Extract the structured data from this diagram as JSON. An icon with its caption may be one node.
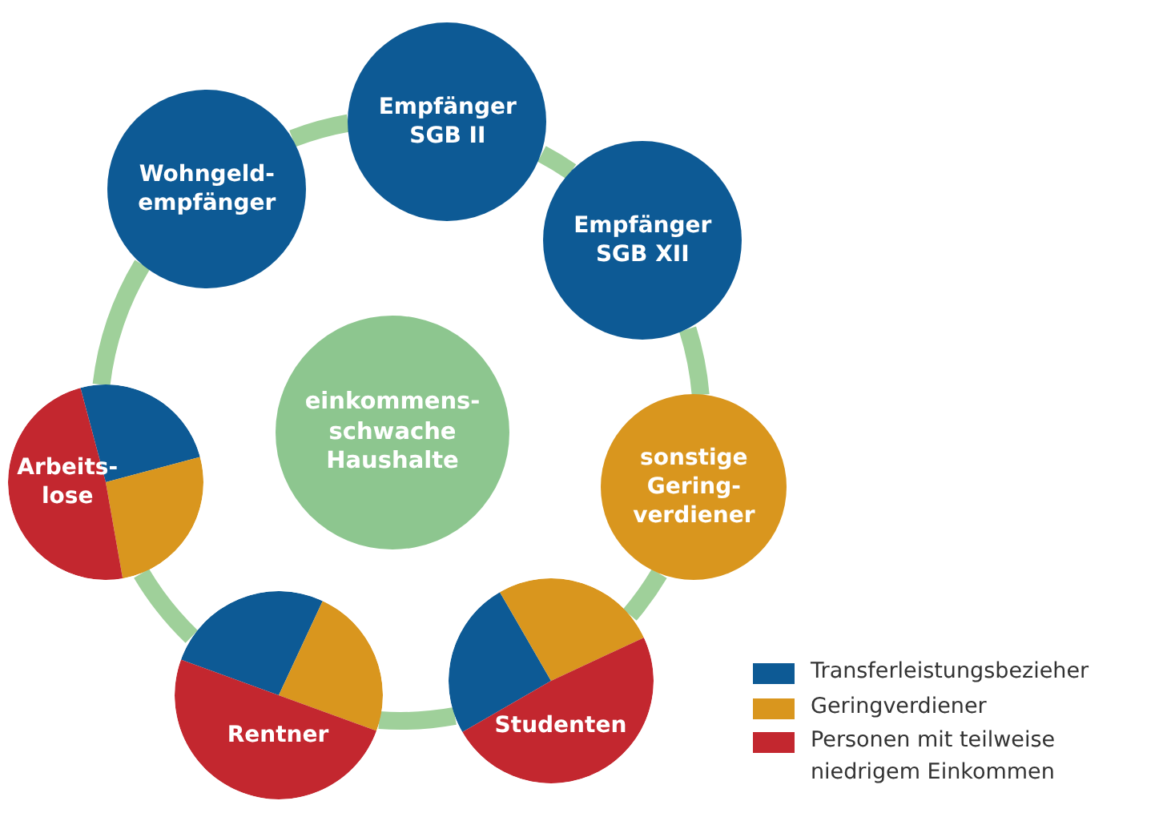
{
  "diagram": {
    "nodes": [
      {
        "text": [
          "einkommens- schwache Haushalte"
        ]
      },
      {
        "text": [
          "Empfänger SGB II"
        ]
      },
      {
        "text": [
          "Empfänger SGB XII"
        ]
      },
      {
        "text": [
          "sonstige Gering- verdiener"
        ]
      },
      {
        "text": [
          "Studenten"
        ]
      },
      {
        "text": [
          "Rentner"
        ]
      },
      {
        "text": [
          "Arbeits- lose"
        ]
      },
      {
        "text": [
          "Wohngeld- empfänger"
        ]
      }
    ],
    "edges": [
      {
        "from": 1,
        "to": 2,
        "arrow": "none"
      },
      {
        "from": 2,
        "to": 3,
        "arrow": "none"
      },
      {
        "from": 3,
        "to": 4,
        "arrow": "none"
      },
      {
        "from": 4,
        "to": 5,
        "arrow": "none"
      },
      {
        "from": 5,
        "to": 6,
        "arrow": "none"
      },
      {
        "from": 6,
        "to": 7,
        "arrow": "none"
      },
      {
        "from": 7,
        "to": 1,
        "arrow": "none"
      }
    ],
    "legend": [
      {
        "text": "Transferleistungsbezieher",
        "color": "#0d5a95"
      },
      {
        "text": "Geringverdiener",
        "color": "#d9961e"
      },
      {
        "text": "Personen mit teilweise niedrigem Einkommen",
        "color": "#c3272f"
      }
    ]
  }
}
